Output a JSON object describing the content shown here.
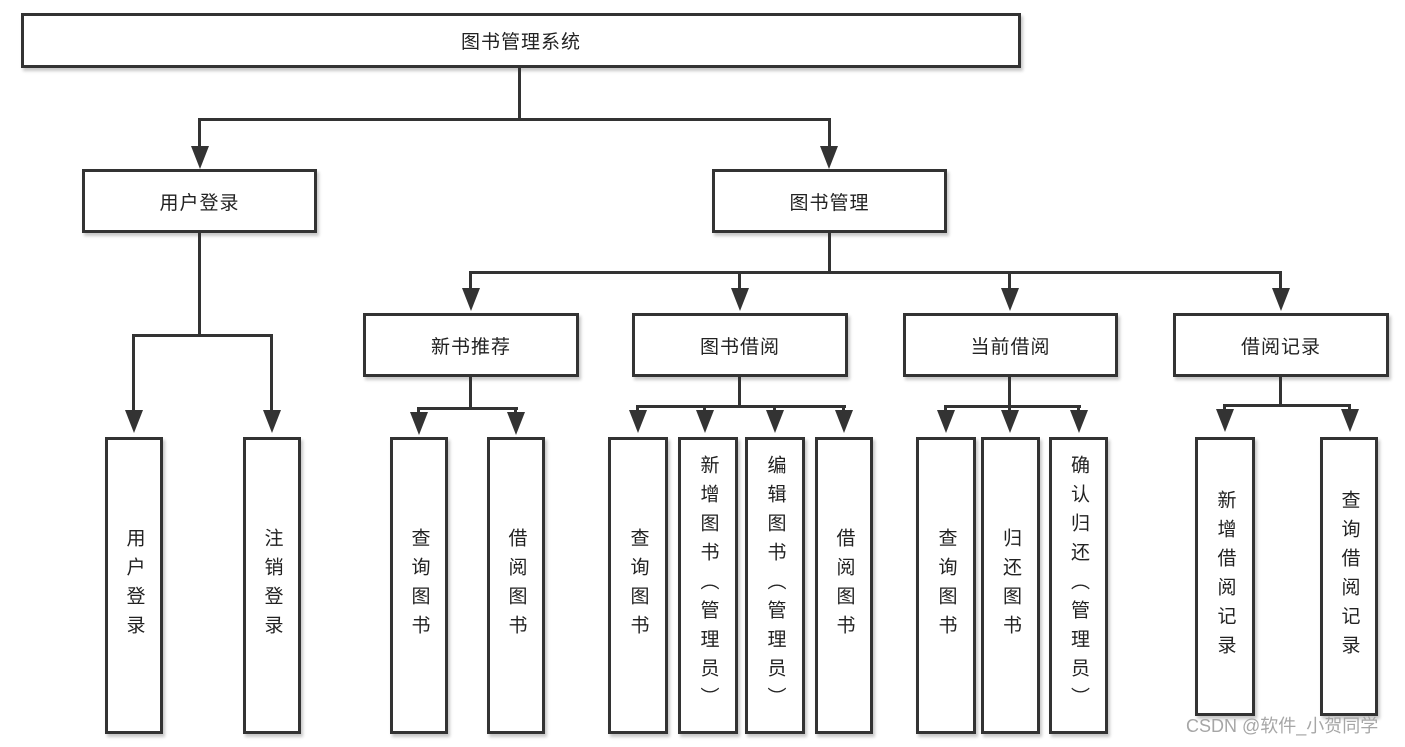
{
  "diagram": {
    "nodes": {
      "root": "图书管理系统",
      "user_login": "用户登录",
      "book_mgmt": "图书管理",
      "new_book": "新书推荐",
      "book_borrow": "图书借阅",
      "current_borrow": "当前借阅",
      "borrow_record": "借阅记录",
      "ul_login": "用户登录",
      "ul_logout": "注销登录",
      "nb_query": "查询图书",
      "nb_borrow": "借阅图书",
      "bb_query": "查询图书",
      "bb_add": "新增图书（管理员）",
      "bb_edit": "编辑图书（管理员）",
      "bb_borrow": "借阅图书",
      "cb_query": "查询图书",
      "cb_return": "归还图书",
      "cb_confirm": "确认归还（管理员）",
      "br_add": "新增借阅记录",
      "br_query": "查询借阅记录"
    },
    "watermark": "CSDN @软件_小贺同学",
    "colors": {
      "line": "#333333",
      "text": "#222222",
      "watermark": "#a6a6a6",
      "background": "#ffffff"
    }
  }
}
